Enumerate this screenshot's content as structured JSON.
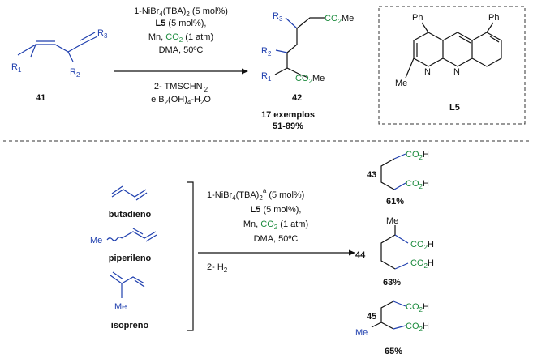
{
  "top": {
    "reactant": {
      "r1": "R",
      "r1_sub": "1",
      "r2": "R",
      "r2_sub": "2",
      "r3": "R",
      "r3_sub": "3",
      "number": "41"
    },
    "conditions_above": {
      "line1_pre": "1-NiBr",
      "line1_sub1": "4",
      "line1_mid": "(TBA)",
      "line1_sub2": "2",
      "line1_post": " (5 mol%)",
      "line2_bold": "L5",
      "line2_post": " (5 mol%),",
      "line3_pre": "Mn, ",
      "line3_co2": "CO",
      "line3_co2_sub": "2",
      "line3_post": " (1 atm)",
      "line4": "DMA, 50ºC"
    },
    "conditions_below": {
      "line1": "2- TMSCHN",
      "line1_sub": "2",
      "line2_pre": "e B",
      "line2_sub1": "2",
      "line2_mid": "(OH)",
      "line2_sub2": "4",
      "line2_post": "-H",
      "line2_sub3": "2",
      "line2_end": "O"
    },
    "product": {
      "r1": "R",
      "r1_sub": "1",
      "r2": "R",
      "r2_sub": "2",
      "r3": "R",
      "r3_sub": "3",
      "ester1": "CO",
      "ester1_sub": "2",
      "ester1_me": "Me",
      "ester2": "CO",
      "ester2_sub": "2",
      "ester2_me": "Me",
      "number": "42",
      "yield_line1": "17 exemplos",
      "yield_line2": "51-89%"
    },
    "ligand": {
      "ph1": "Ph",
      "ph2": "Ph",
      "n1": "N",
      "n2": "N",
      "me": "Me",
      "label": "L5"
    }
  },
  "bottom": {
    "substrates": [
      {
        "name": "butadieno"
      },
      {
        "name": "piperileno",
        "me": "Me"
      },
      {
        "name": "isopreno",
        "me": "Me"
      }
    ],
    "conditions": {
      "line1_pre": "1-NiBr",
      "line1_sub1": "4",
      "line1_mid": "(TBA)",
      "line1_sub2": "2",
      "line1_sup": "a",
      "line1_post": " (5 mol%)",
      "line2_bold": "L5",
      "line2_post": " (5 mol%),",
      "line3_pre": "Mn, ",
      "line3_co2": "CO",
      "line3_co2_sub": "2",
      "line3_post": " (1 atm)",
      "line4": "DMA, 50ºC",
      "line5_pre": "2- H",
      "line5_sub": "2"
    },
    "products": [
      {
        "number": "43",
        "yield": "61%",
        "acid": "CO",
        "acid_sub": "2",
        "acid_h": "H"
      },
      {
        "number": "44",
        "yield": "63%",
        "me": "Me",
        "acid": "CO",
        "acid_sub": "2",
        "acid_h": "H"
      },
      {
        "number": "45",
        "yield": "65%",
        "me": "Me",
        "acid": "CO",
        "acid_sub": "2",
        "acid_h": "H"
      }
    ]
  }
}
